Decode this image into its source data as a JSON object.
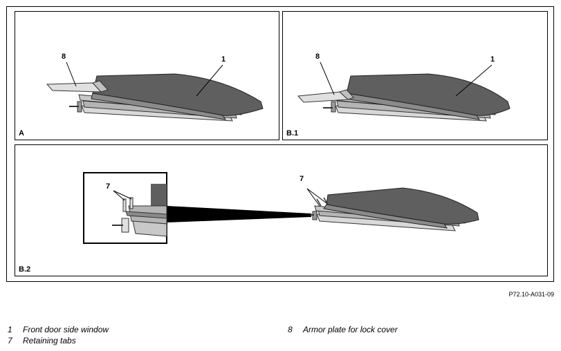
{
  "panels": [
    {
      "label": "A",
      "callouts": [
        "8",
        "1"
      ]
    },
    {
      "label": "B.1",
      "callouts": [
        "8",
        "1"
      ]
    },
    {
      "label": "B.2",
      "callouts": [
        "7",
        "7"
      ]
    }
  ],
  "figure_ref": "P72.10-A031-09",
  "legend": [
    {
      "num": "1",
      "text": "Front door side window"
    },
    {
      "num": "7",
      "text": "Retaining tabs"
    },
    {
      "num": "8",
      "text": "Armor plate for lock cover"
    }
  ],
  "colors": {
    "glass_dark": "#5f5f5f",
    "frame_gray": "#b4b4b4",
    "plate_light": "#e0e0e0",
    "line": "#000000"
  }
}
